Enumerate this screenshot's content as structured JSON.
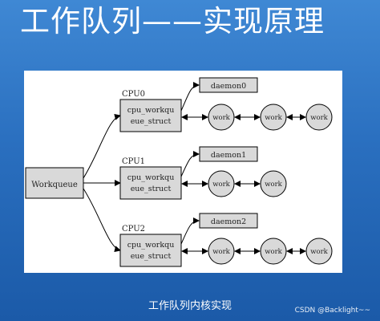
{
  "slide_title": "工作队列——实现原理",
  "caption": "工作队列内核实现",
  "watermark": "CSDN @Backlight~~",
  "diagram": {
    "workqueue_label": "Workqueue",
    "cpus": [
      {
        "cpu_label": "CPU0",
        "struct_line1": "cpu_workqu",
        "struct_line2": "eue_struct",
        "daemon_label": "daemon0",
        "works": [
          "work",
          "work",
          "work"
        ]
      },
      {
        "cpu_label": "CPU1",
        "struct_line1": "cpu_workqu",
        "struct_line2": "eue_struct",
        "daemon_label": "daemon1",
        "works": [
          "work",
          "work"
        ]
      },
      {
        "cpu_label": "CPU2",
        "struct_line1": "cpu_workqu",
        "struct_line2": "eue_struct",
        "daemon_label": "daemon2",
        "works": [
          "work",
          "work",
          "work"
        ]
      }
    ]
  },
  "colors": {
    "background_top": "#3f88d4",
    "background_bottom": "#1b5aa8",
    "box_fill": "#d9d9d9",
    "line": "#000000"
  }
}
